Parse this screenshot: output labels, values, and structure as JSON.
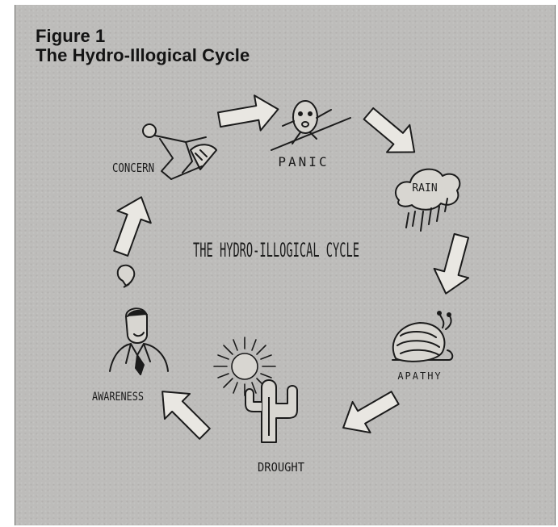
{
  "figure": {
    "label": "Figure 1",
    "title": "The Hydro-Illogical Cycle"
  },
  "diagram": {
    "center_label": "THE HYDRO-ILLOGICAL CYCLE",
    "stages": [
      {
        "id": "concern",
        "label": "CONCERN",
        "icon": "worried-man-on-knees-icon"
      },
      {
        "id": "panic",
        "label": "PANIC",
        "icon": "panicking-egg-man-icon"
      },
      {
        "id": "rain",
        "label": "RAIN",
        "icon": "rain-cloud-icon"
      },
      {
        "id": "apathy",
        "label": "APATHY",
        "icon": "snail-icon"
      },
      {
        "id": "drought",
        "label": "DROUGHT",
        "icon": "sun-and-cactus-icon"
      },
      {
        "id": "awareness",
        "label": "AWARENESS",
        "icon": "man-with-lightbulb-icon"
      }
    ],
    "flow": [
      "concern",
      "panic",
      "rain",
      "apathy",
      "drought",
      "awareness",
      "concern"
    ],
    "colors": {
      "background": "#bdbcba",
      "ink": "#1b1b1b",
      "arrow_fill": "#e9e7e2"
    }
  }
}
